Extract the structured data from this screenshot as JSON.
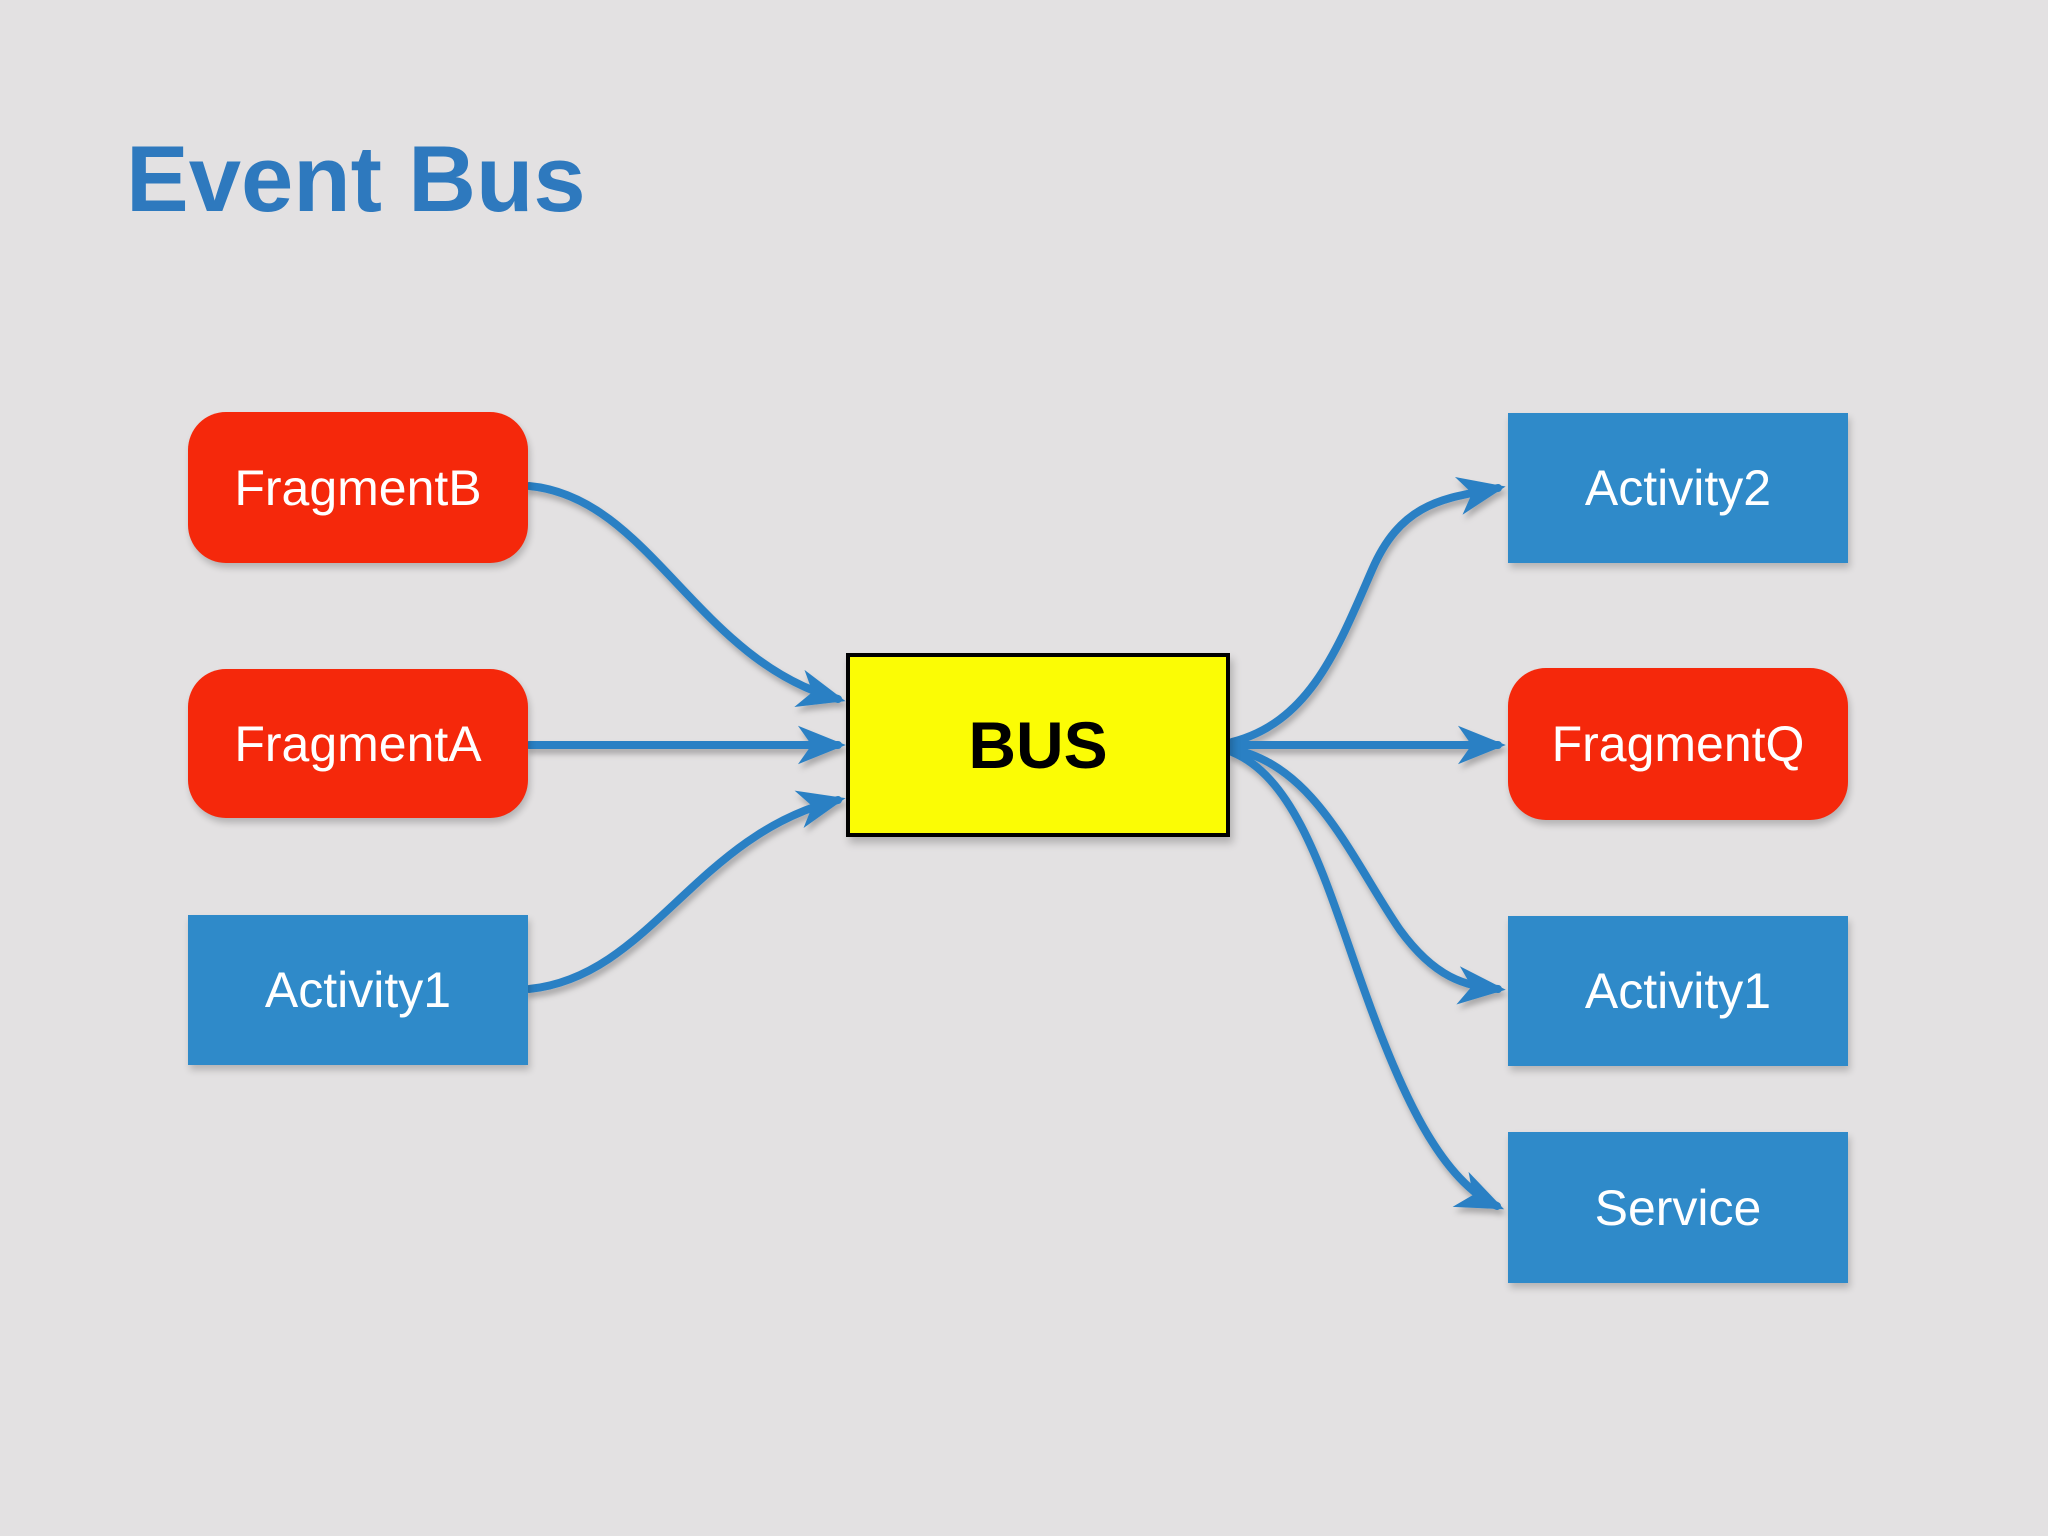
{
  "slide": {
    "title": "Event Bus",
    "background_color": "#e3e1e2",
    "title_color": "#2e79be"
  },
  "bus": {
    "label": "BUS",
    "fill_color": "#fbfc05",
    "border_color": "#000000",
    "text_color": "#000000"
  },
  "publishers": [
    {
      "label": "FragmentB",
      "kind": "fragment",
      "color": "#f5280b"
    },
    {
      "label": "FragmentA",
      "kind": "fragment",
      "color": "#f5280b"
    },
    {
      "label": "Activity1",
      "kind": "activity",
      "color": "#2f8ac9"
    }
  ],
  "subscribers": [
    {
      "label": "Activity2",
      "kind": "activity",
      "color": "#2f8ac9"
    },
    {
      "label": "FragmentQ",
      "kind": "fragment",
      "color": "#f5280b"
    },
    {
      "label": "Activity1",
      "kind": "activity",
      "color": "#2f8ac9"
    },
    {
      "label": "Service",
      "kind": "service",
      "color": "#2f8ac9"
    }
  ],
  "arrows": {
    "color": "#2a80c4",
    "list": [
      {
        "from": "FragmentB",
        "to": "BUS"
      },
      {
        "from": "FragmentA",
        "to": "BUS"
      },
      {
        "from": "Activity1",
        "to": "BUS"
      },
      {
        "from": "BUS",
        "to": "Activity2"
      },
      {
        "from": "BUS",
        "to": "FragmentQ"
      },
      {
        "from": "BUS",
        "to": "Activity1"
      },
      {
        "from": "BUS",
        "to": "Service"
      }
    ]
  }
}
